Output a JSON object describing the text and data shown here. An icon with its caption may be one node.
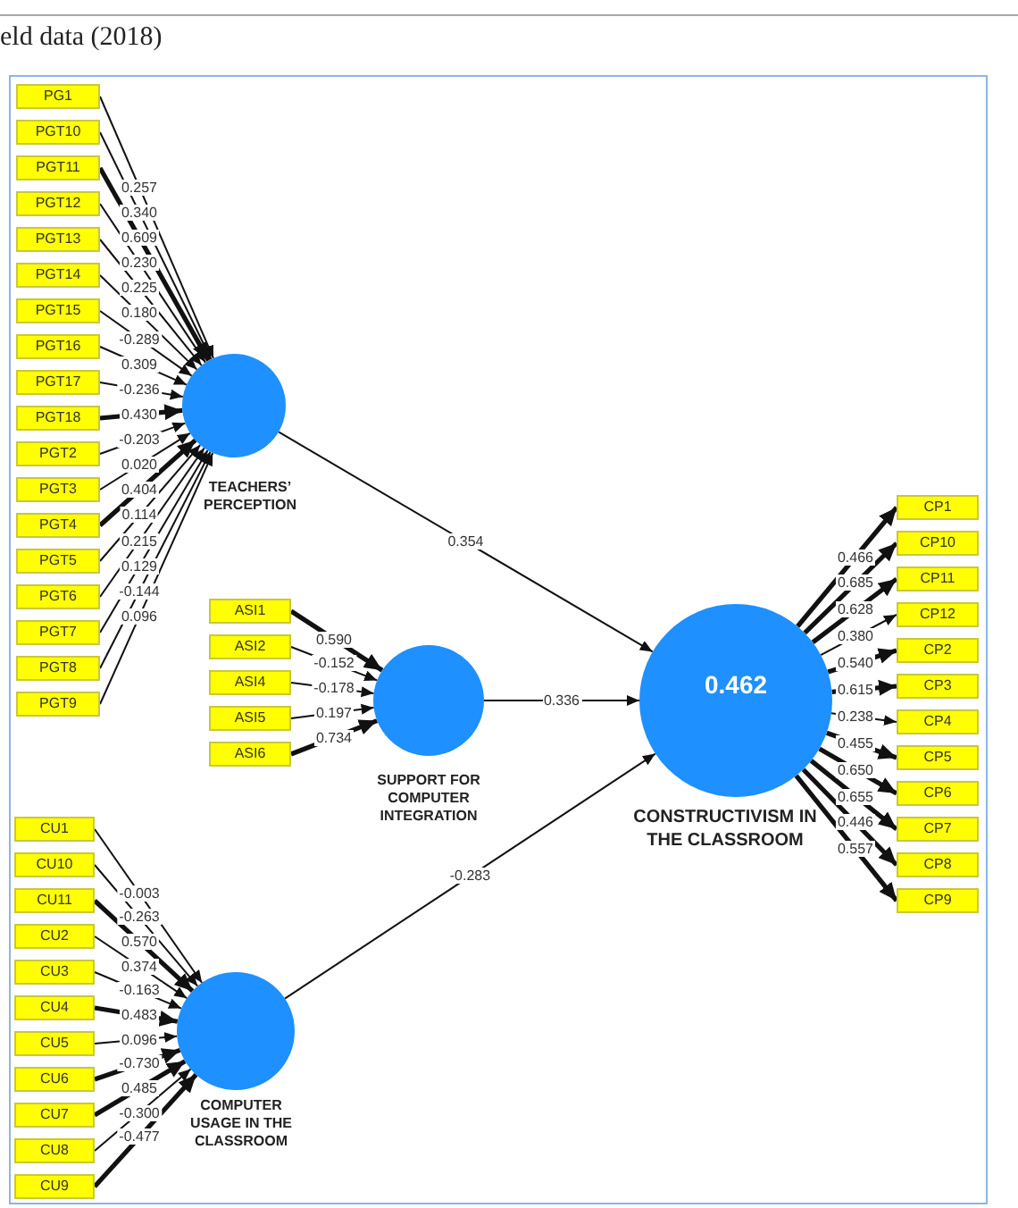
{
  "diagram": {
    "nodes": [
      {
        "text": [
          "PG1"
        ]
      },
      {
        "text": [
          "PGT10"
        ]
      },
      {
        "text": [
          "PGT11"
        ]
      },
      {
        "text": [
          "PGT12"
        ]
      },
      {
        "text": [
          "PGT13"
        ]
      },
      {
        "text": [
          "PGT14"
        ]
      },
      {
        "text": [
          "PGT15"
        ]
      },
      {
        "text": [
          "PGT16"
        ]
      },
      {
        "text": [
          "PGT17"
        ]
      },
      {
        "text": [
          "PGT18"
        ]
      },
      {
        "text": [
          "PGT2"
        ]
      },
      {
        "text": [
          "PGT3"
        ]
      },
      {
        "text": [
          "PGT4"
        ]
      },
      {
        "text": [
          "PGT5"
        ]
      },
      {
        "text": [
          "PGT6"
        ]
      },
      {
        "text": [
          "PGT7"
        ]
      },
      {
        "text": [
          "PGT8"
        ]
      },
      {
        "text": [
          "PGT9"
        ]
      },
      {
        "text": [
          "TEACHERS’ PERCEPTION"
        ]
      },
      {
        "text": [
          "ASI1"
        ]
      },
      {
        "text": [
          "ASI2"
        ]
      },
      {
        "text": [
          "ASI4"
        ]
      },
      {
        "text": [
          "ASI5"
        ]
      },
      {
        "text": [
          "ASI6"
        ]
      },
      {
        "text": [
          "SUPPORT FOR COMPUTER INTEGRATION"
        ]
      },
      {
        "text": [
          "0.462",
          "CONSTRUCTIVISM IN THE CLASSROOM"
        ]
      },
      {
        "text": [
          "CP1"
        ]
      },
      {
        "text": [
          "CP10"
        ]
      },
      {
        "text": [
          "CP11"
        ]
      },
      {
        "text": [
          "CP12"
        ]
      },
      {
        "text": [
          "CP2"
        ]
      },
      {
        "text": [
          "CP3"
        ]
      },
      {
        "text": [
          "CP4"
        ]
      },
      {
        "text": [
          "CP5"
        ]
      },
      {
        "text": [
          "CP6"
        ]
      },
      {
        "text": [
          "CP7"
        ]
      },
      {
        "text": [
          "CP8"
        ]
      },
      {
        "text": [
          "CP9"
        ]
      },
      {
        "text": [
          "CU1"
        ]
      },
      {
        "text": [
          "CU10"
        ]
      },
      {
        "text": [
          "CU11"
        ]
      },
      {
        "text": [
          "CU2"
        ]
      },
      {
        "text": [
          "CU3"
        ]
      },
      {
        "text": [
          "CU4"
        ]
      },
      {
        "text": [
          "CU5"
        ]
      },
      {
        "text": [
          "CU6"
        ]
      },
      {
        "text": [
          "CU7"
        ]
      },
      {
        "text": [
          "CU8"
        ]
      },
      {
        "text": [
          "CU9"
        ]
      },
      {
        "text": [
          "COMPUTER USAGE IN THE CLASSROOM"
        ]
      }
    ],
    "edges": [
      {
        "from": 0,
        "to": 18,
        "arrow": "to",
        "label": "0.257"
      },
      {
        "from": 1,
        "to": 18,
        "arrow": "to",
        "label": "0.340"
      },
      {
        "from": 2,
        "to": 18,
        "arrow": "to",
        "label": "0.609",
        "style": "thick"
      },
      {
        "from": 3,
        "to": 18,
        "arrow": "to",
        "label": "0.230"
      },
      {
        "from": 4,
        "to": 18,
        "arrow": "to",
        "label": "0.225"
      },
      {
        "from": 5,
        "to": 18,
        "arrow": "to",
        "label": "0.180"
      },
      {
        "from": 6,
        "to": 18,
        "arrow": "to",
        "label": "-0.289"
      },
      {
        "from": 7,
        "to": 18,
        "arrow": "to",
        "label": "0.309"
      },
      {
        "from": 8,
        "to": 18,
        "arrow": "to",
        "label": "-0.236"
      },
      {
        "from": 9,
        "to": 18,
        "arrow": "to",
        "label": "0.430",
        "style": "thick"
      },
      {
        "from": 10,
        "to": 18,
        "arrow": "to",
        "label": "-0.203"
      },
      {
        "from": 11,
        "to": 18,
        "arrow": "to",
        "label": "0.020"
      },
      {
        "from": 12,
        "to": 18,
        "arrow": "to",
        "label": "0.404",
        "style": "thick"
      },
      {
        "from": 13,
        "to": 18,
        "arrow": "to",
        "label": "0.114"
      },
      {
        "from": 14,
        "to": 18,
        "arrow": "to",
        "label": "0.215"
      },
      {
        "from": 15,
        "to": 18,
        "arrow": "to",
        "label": "0.129"
      },
      {
        "from": 16,
        "to": 18,
        "arrow": "to",
        "label": "-0.144"
      },
      {
        "from": 17,
        "to": 18,
        "arrow": "to",
        "label": "0.096"
      },
      {
        "from": 19,
        "to": 24,
        "arrow": "to",
        "label": "0.590",
        "style": "thick"
      },
      {
        "from": 20,
        "to": 24,
        "arrow": "to",
        "label": "-0.152"
      },
      {
        "from": 21,
        "to": 24,
        "arrow": "to",
        "label": "-0.178"
      },
      {
        "from": 22,
        "to": 24,
        "arrow": "to",
        "label": "0.197"
      },
      {
        "from": 23,
        "to": 24,
        "arrow": "to",
        "label": "0.734",
        "style": "thick"
      },
      {
        "from": 18,
        "to": 25,
        "arrow": "to",
        "label": "0.354"
      },
      {
        "from": 24,
        "to": 25,
        "arrow": "to",
        "label": "0.336"
      },
      {
        "from": 49,
        "to": 25,
        "arrow": "to",
        "label": "-0.283"
      },
      {
        "from": 25,
        "to": 26,
        "arrow": "to",
        "label": "0.466",
        "style": "thick"
      },
      {
        "from": 25,
        "to": 27,
        "arrow": "to",
        "label": "0.685",
        "style": "thick"
      },
      {
        "from": 25,
        "to": 28,
        "arrow": "to",
        "label": "0.628",
        "style": "thick"
      },
      {
        "from": 25,
        "to": 29,
        "arrow": "to",
        "label": "0.380"
      },
      {
        "from": 25,
        "to": 30,
        "arrow": "to",
        "label": "0.540",
        "style": "thick"
      },
      {
        "from": 25,
        "to": 31,
        "arrow": "to",
        "label": "0.615",
        "style": "thick"
      },
      {
        "from": 25,
        "to": 32,
        "arrow": "to",
        "label": "0.238"
      },
      {
        "from": 25,
        "to": 33,
        "arrow": "to",
        "label": "0.455",
        "style": "thick"
      },
      {
        "from": 25,
        "to": 34,
        "arrow": "to",
        "label": "0.650",
        "style": "thick"
      },
      {
        "from": 25,
        "to": 35,
        "arrow": "to",
        "label": "0.655",
        "style": "thick"
      },
      {
        "from": 25,
        "to": 36,
        "arrow": "to",
        "label": "0.446",
        "style": "thick"
      },
      {
        "from": 25,
        "to": 37,
        "arrow": "to",
        "label": "0.557",
        "style": "thick"
      },
      {
        "from": 38,
        "to": 49,
        "arrow": "to",
        "label": "-0.003"
      },
      {
        "from": 39,
        "to": 49,
        "arrow": "to",
        "label": "-0.263"
      },
      {
        "from": 40,
        "to": 49,
        "arrow": "to",
        "label": "0.570",
        "style": "thick"
      },
      {
        "from": 41,
        "to": 49,
        "arrow": "to",
        "label": "0.374"
      },
      {
        "from": 42,
        "to": 49,
        "arrow": "to",
        "label": "-0.163"
      },
      {
        "from": 43,
        "to": 49,
        "arrow": "to",
        "label": "0.483",
        "style": "thick"
      },
      {
        "from": 44,
        "to": 49,
        "arrow": "to",
        "label": "0.096"
      },
      {
        "from": 45,
        "to": 49,
        "arrow": "to",
        "label": "-0.730",
        "style": "thick"
      },
      {
        "from": 46,
        "to": 49,
        "arrow": "to",
        "label": "0.485",
        "style": "thick"
      },
      {
        "from": 47,
        "to": 49,
        "arrow": "to",
        "label": "-0.300"
      },
      {
        "from": 48,
        "to": 49,
        "arrow": "to",
        "label": "-0.477",
        "style": "thick"
      }
    ],
    "labels": [
      "eld data (2018)"
    ]
  }
}
